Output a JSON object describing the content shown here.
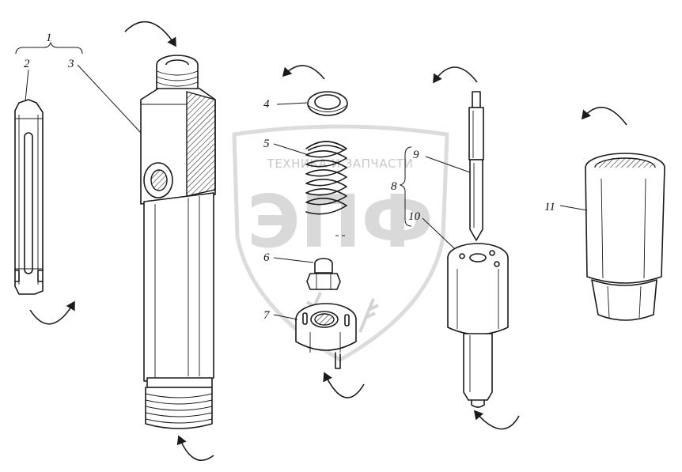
{
  "watermark": {
    "caption": "ТЕХНИКА И ЗАПЧАСТИ",
    "letters": "ЭПФ"
  },
  "labels": {
    "l1": "1",
    "l2": "2",
    "l3": "3",
    "l4": "4",
    "l5": "5",
    "l6": "6",
    "l7": "7",
    "l8": "8",
    "l9": "9",
    "l10": "10",
    "l11": "11"
  }
}
